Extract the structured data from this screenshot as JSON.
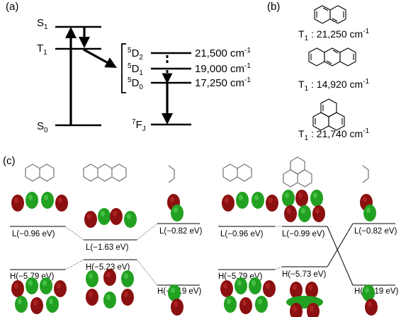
{
  "panels": {
    "a": "(a)",
    "b": "(b)",
    "c": "(c)"
  },
  "panel_a": {
    "levels": {
      "s1": {
        "main": "S",
        "sub": "1"
      },
      "t1": {
        "main": "T",
        "sub": "1"
      },
      "s0": {
        "main": "S",
        "sub": "0"
      },
      "d2": {
        "sup": "5",
        "main": "D",
        "sub": "2",
        "energy": "21,500 cm",
        "unit_sup": "-1"
      },
      "d1": {
        "sup": "5",
        "main": "D",
        "sub": "1",
        "energy": "19,000 cm",
        "unit_sup": "-1"
      },
      "d0": {
        "sup": "5",
        "main": "D",
        "sub": "0",
        "energy": "17,250 cm",
        "unit_sup": "-1"
      },
      "fj": {
        "sup": "7",
        "main": "F",
        "sub": "J"
      }
    }
  },
  "panel_b": {
    "triplets": [
      {
        "molecule_icon": "naphthalene-structure",
        "label": "T",
        "sub": "1",
        "value": " : 21,250 cm",
        "unit_sup": "-1"
      },
      {
        "molecule_icon": "anthracene-structure",
        "label": "T",
        "sub": "1",
        "value": " : 14,920 cm",
        "unit_sup": "-1"
      },
      {
        "molecule_icon": "phenanthrene-structure",
        "label": "T",
        "sub": "1",
        "value": " : 21,740 cm",
        "unit_sup": "-1"
      }
    ]
  },
  "panel_c": {
    "left": {
      "lumo": [
        "L(−0.96 eV)",
        "L(−1.63 eV)",
        "L(−0.82 eV)"
      ],
      "homo": [
        "H(−5.79 eV)",
        "H(−5.23 eV)",
        "H(−6.19 eV)"
      ]
    },
    "right": {
      "lumo": [
        "L(−0.96 eV)",
        "L(−0.99 eV)",
        "L(−0.82 eV)"
      ],
      "homo": [
        "H(−5.79 eV)",
        "H(−5.73 eV)",
        "H(−6.19 eV)"
      ]
    }
  },
  "colors": {
    "lobe_red": "#8b1010",
    "lobe_green": "#22a022",
    "line": "#000000",
    "dotted": "#555555"
  }
}
